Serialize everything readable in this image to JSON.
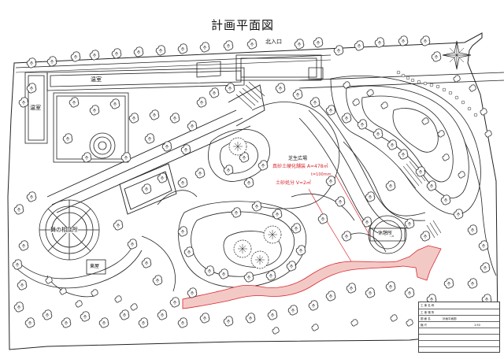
{
  "title": "計画平面図",
  "labels": {
    "north_entrance": "北入口",
    "greenhouse_1": "温室",
    "greenhouse_2": "温室",
    "lawn_plaza": "芝生広場",
    "paving": "真砂土硬化舗装 A=478㎡",
    "paving_thickness": "t=100mm",
    "soil": "土砂処分 V=2㎡",
    "pavilion_left": "舞の相談所",
    "pavilion_right": "休憩所",
    "small_hut": "東屋"
  },
  "title_block": {
    "rows": [
      "工 事 名 称",
      "工 事 場 所",
      "図 面 名",
      "縮 尺"
    ],
    "values": [
      "",
      "",
      "計画平面図",
      "1:50"
    ],
    "footer": ""
  },
  "colors": {
    "line": "#222222",
    "paving_fill": "#f3c9c6",
    "paving_stroke": "#d8262e",
    "annotation": "#d8262e"
  }
}
